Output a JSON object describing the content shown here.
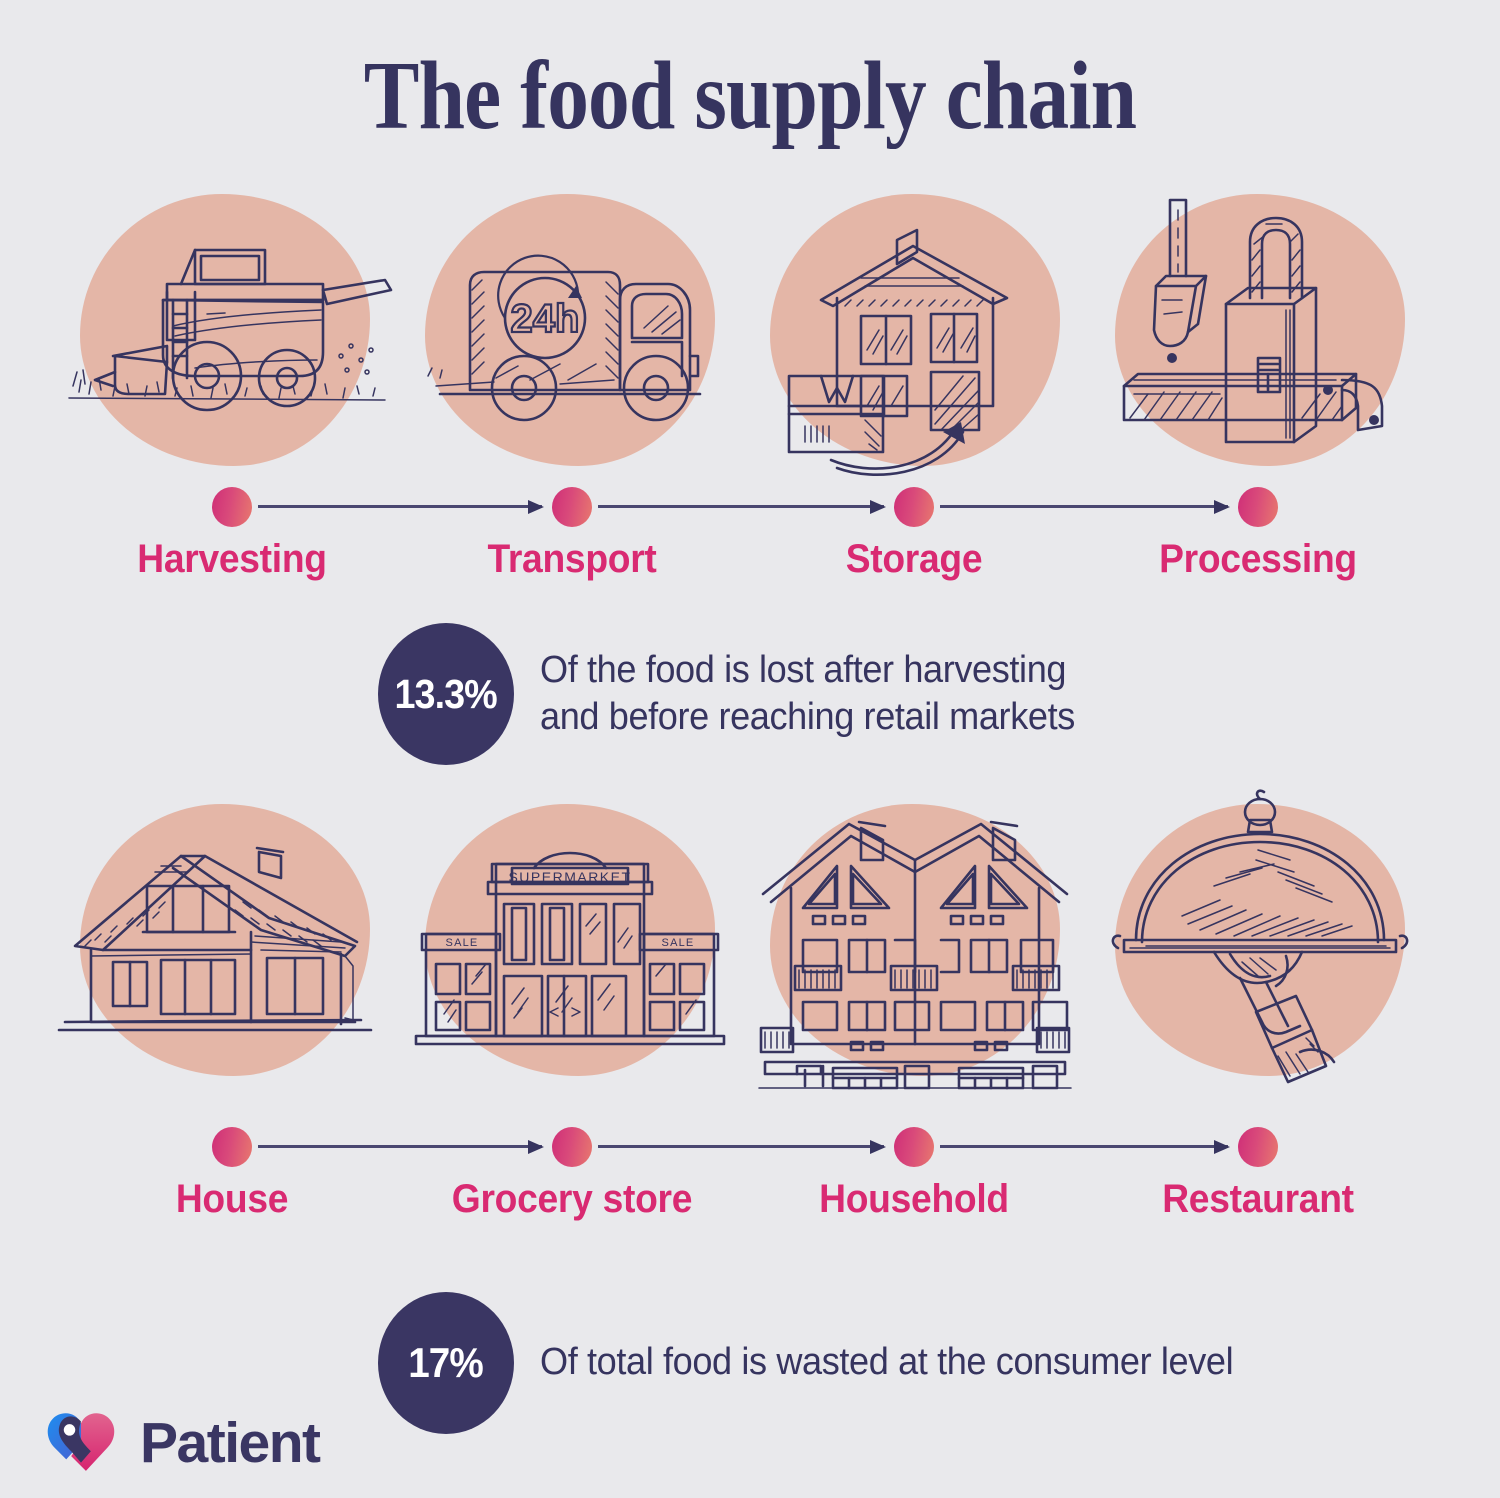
{
  "title": "The food supply chain",
  "stages_row1": [
    {
      "label": "Harvesting",
      "icon": "combine-harvester-icon"
    },
    {
      "label": "Transport",
      "icon": "delivery-truck-icon"
    },
    {
      "label": "Storage",
      "icon": "warehouse-package-icon"
    },
    {
      "label": "Processing",
      "icon": "processing-machine-icon"
    }
  ],
  "stages_row2": [
    {
      "label": "House",
      "icon": "detached-house-icon"
    },
    {
      "label": "Grocery store",
      "icon": "supermarket-icon"
    },
    {
      "label": "Household",
      "icon": "townhouses-icon"
    },
    {
      "label": "Restaurant",
      "icon": "serving-cloche-icon"
    }
  ],
  "icon_text": {
    "truck_badge": "24h",
    "supermarket_sign": "SUPERMARKET",
    "sale_left": "SALE",
    "sale_right": "SALE"
  },
  "stats": [
    {
      "value": "13.3%",
      "text": "Of the food is lost after harvesting\nand before reaching retail markets"
    },
    {
      "value": "17%",
      "text": "Of total food is wasted at the consumer level"
    }
  ],
  "brand": {
    "name": "Patient",
    "logo_icon": "patient-heart-pin-logo"
  },
  "colors": {
    "background": "#e9e9ec",
    "navy": "#36345f",
    "badge_navy": "#3a3663",
    "pink_label": "#d92a72",
    "blob_salmon": "#e4b6a7",
    "node_gradient_start": "#cf2e78",
    "node_gradient_end": "#e8796e",
    "arrow": "#4a4771"
  }
}
